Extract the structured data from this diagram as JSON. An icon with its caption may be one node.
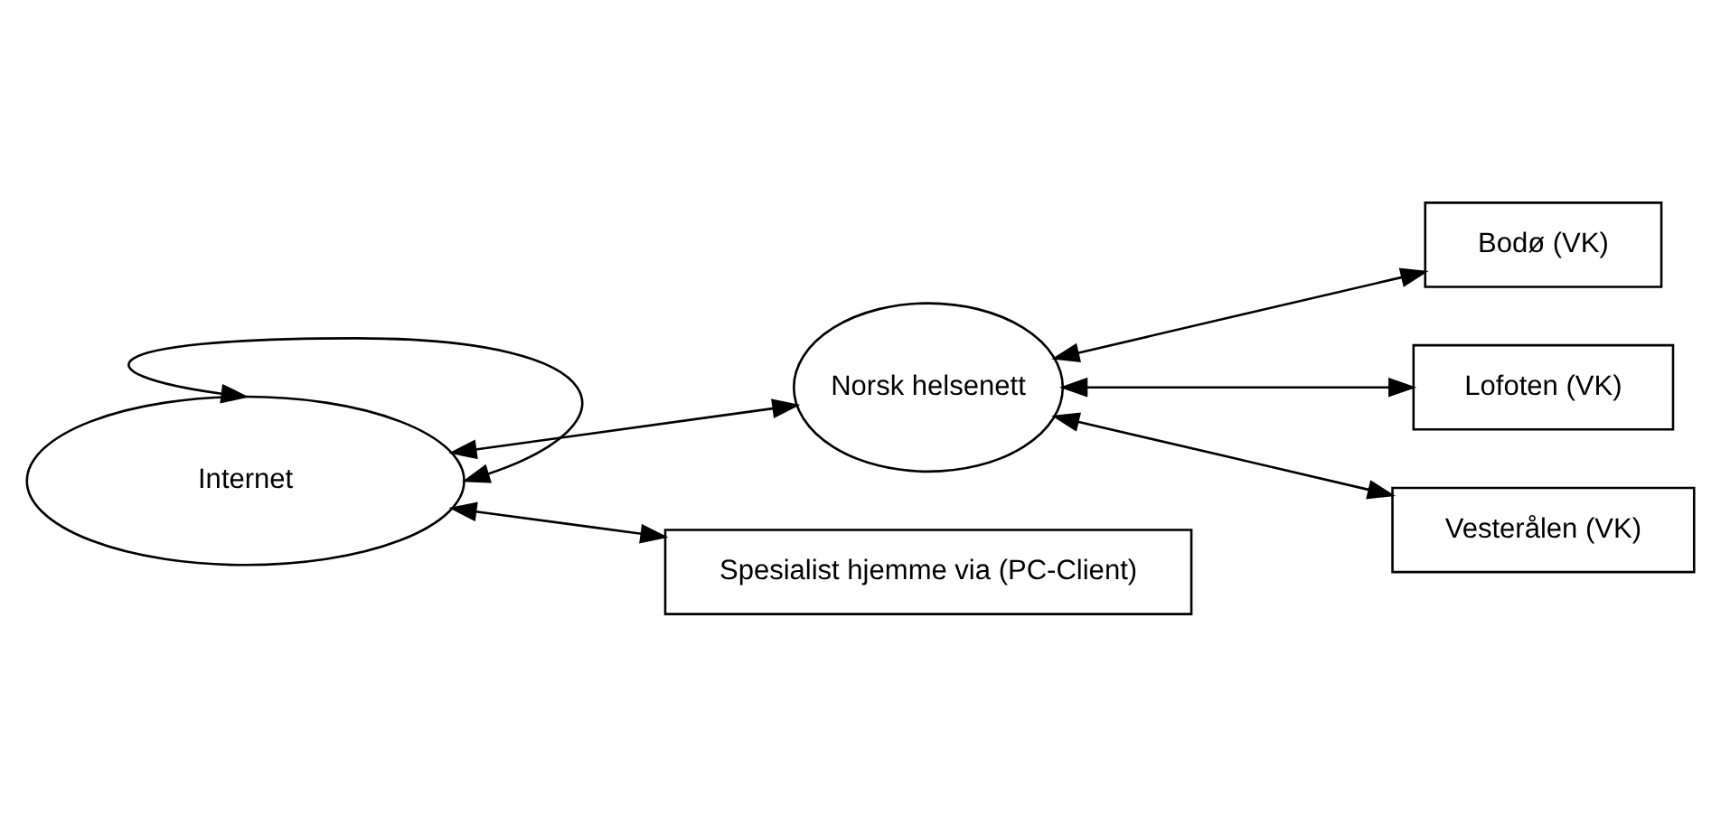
{
  "diagram": {
    "nodes": [
      {
        "text": [
          "Norsk helsenett"
        ]
      },
      {
        "text": [
          "Bodø (VK)"
        ]
      },
      {
        "text": [
          "Lofoten (VK)"
        ]
      },
      {
        "text": [
          "Vesterålen (VK)"
        ]
      },
      {
        "text": [
          "Internet"
        ]
      },
      {
        "text": [
          "Spesialist hjemme via (PC-Client)"
        ]
      }
    ],
    "edges": [
      {
        "from": 0,
        "to": 1,
        "arrow": "both"
      },
      {
        "from": 0,
        "to": 2,
        "arrow": "both"
      },
      {
        "from": 0,
        "to": 3,
        "arrow": "both"
      },
      {
        "from": 4,
        "to": 0,
        "arrow": "both"
      },
      {
        "from": 4,
        "to": 4,
        "arrow": "both"
      },
      {
        "from": 4,
        "to": 5,
        "arrow": "both"
      }
    ]
  }
}
